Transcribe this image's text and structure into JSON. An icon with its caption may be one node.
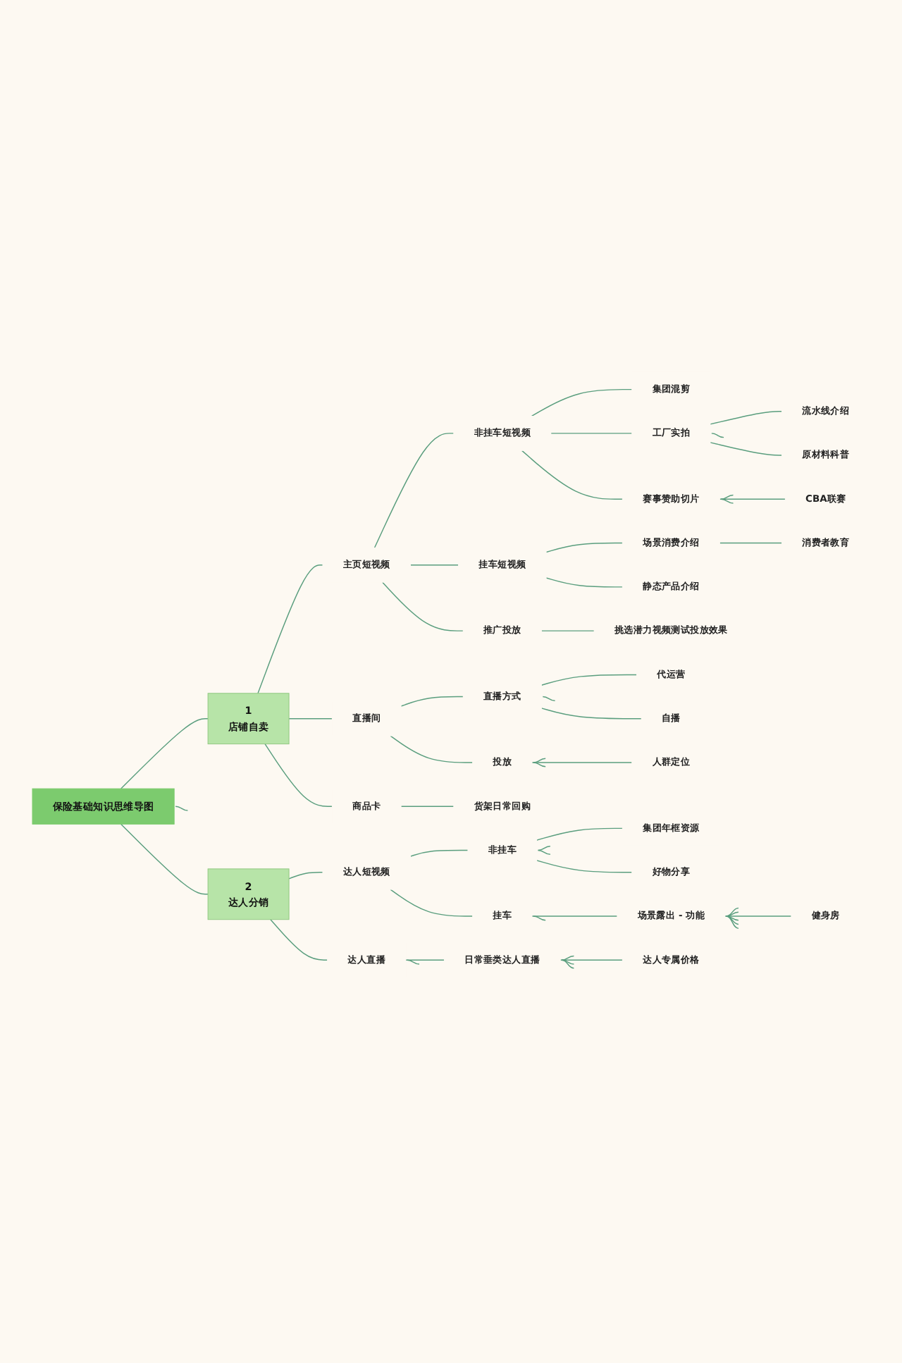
{
  "diagram": {
    "nodes": [
      {
        "text": [
          "保险基础知识思维导图"
        ]
      },
      {
        "text": [
          "1",
          "店铺自卖"
        ]
      },
      {
        "text": [
          "主页短视频"
        ]
      },
      {
        "text": [
          "非挂车短视频"
        ]
      },
      {
        "text": [
          "集团混剪"
        ]
      },
      {
        "text": [
          "工厂实拍"
        ]
      },
      {
        "text": [
          "流水线介绍"
        ]
      },
      {
        "text": [
          "原材料科普"
        ]
      },
      {
        "text": [
          "赛事赞助切片"
        ]
      },
      {
        "text": [
          "CBA联赛"
        ]
      },
      {
        "text": [
          "挂车短视频"
        ]
      },
      {
        "text": [
          "场景消费介绍"
        ]
      },
      {
        "text": [
          "消费者教育"
        ]
      },
      {
        "text": [
          "静态产品介绍"
        ]
      },
      {
        "text": [
          "推广投放"
        ]
      },
      {
        "text": [
          "挑选潜力视频测试投放效果"
        ]
      },
      {
        "text": [
          "直播间"
        ]
      },
      {
        "text": [
          "直播方式"
        ]
      },
      {
        "text": [
          "代运营"
        ]
      },
      {
        "text": [
          "自播"
        ]
      },
      {
        "text": [
          "投放"
        ]
      },
      {
        "text": [
          "人群定位"
        ]
      },
      {
        "text": [
          "商品卡"
        ]
      },
      {
        "text": [
          "货架日常回购"
        ]
      },
      {
        "text": [
          "2",
          "达人分销"
        ]
      },
      {
        "text": [
          "达人短视频"
        ]
      },
      {
        "text": [
          "非挂车"
        ]
      },
      {
        "text": [
          "集团年框资源"
        ]
      },
      {
        "text": [
          "好物分享"
        ]
      },
      {
        "text": [
          "挂车"
        ]
      },
      {
        "text": [
          "场景露出 - 功能"
        ]
      },
      {
        "text": [
          "健身房"
        ]
      },
      {
        "text": [
          "达人直播"
        ]
      },
      {
        "text": [
          "日常垂类达人直播"
        ]
      },
      {
        "text": [
          "达人专属价格"
        ]
      }
    ],
    "edges": [
      {
        "from": 0,
        "to": 1,
        "arrow": "none"
      },
      {
        "from": 0,
        "to": 24,
        "arrow": "none"
      },
      {
        "from": 0,
        "to": null,
        "arrow": "none"
      },
      {
        "from": 1,
        "to": 2,
        "arrow": "none"
      },
      {
        "from": 1,
        "to": 16,
        "arrow": "none"
      },
      {
        "from": 1,
        "to": 22,
        "arrow": "none"
      },
      {
        "from": 2,
        "to": 3,
        "arrow": "none"
      },
      {
        "from": 2,
        "to": 10,
        "arrow": "none"
      },
      {
        "from": 2,
        "to": 14,
        "arrow": "none"
      },
      {
        "from": 3,
        "to": 4,
        "arrow": "none"
      },
      {
        "from": 3,
        "to": 5,
        "arrow": "none"
      },
      {
        "from": 3,
        "to": 8,
        "arrow": "none"
      },
      {
        "from": 5,
        "to": 6,
        "arrow": "none"
      },
      {
        "from": 5,
        "to": 7,
        "arrow": "none"
      },
      {
        "from": 5,
        "to": null,
        "arrow": "none"
      },
      {
        "from": 8,
        "to": 9,
        "arrow": "none"
      },
      {
        "from": 8,
        "to": null,
        "arrow": "none"
      },
      {
        "from": 8,
        "to": null,
        "arrow": "none"
      },
      {
        "from": 10,
        "to": 11,
        "arrow": "none"
      },
      {
        "from": 11,
        "to": 12,
        "arrow": "none"
      },
      {
        "from": 10,
        "to": 13,
        "arrow": "none"
      },
      {
        "from": 14,
        "to": 15,
        "arrow": "none"
      },
      {
        "from": 16,
        "to": 17,
        "arrow": "none"
      },
      {
        "from": 17,
        "to": 18,
        "arrow": "none"
      },
      {
        "from": 17,
        "to": 19,
        "arrow": "none"
      },
      {
        "from": 17,
        "to": null,
        "arrow": "none"
      },
      {
        "from": 16,
        "to": 20,
        "arrow": "none"
      },
      {
        "from": 20,
        "to": 21,
        "arrow": "none"
      },
      {
        "from": 20,
        "to": null,
        "arrow": "none"
      },
      {
        "from": 20,
        "to": null,
        "arrow": "none"
      },
      {
        "from": 22,
        "to": 23,
        "arrow": "none"
      },
      {
        "from": 24,
        "to": 25,
        "arrow": "none"
      },
      {
        "from": 25,
        "to": 26,
        "arrow": "none"
      },
      {
        "from": 26,
        "to": 27,
        "arrow": "none"
      },
      {
        "from": 26,
        "to": 28,
        "arrow": "none"
      },
      {
        "from": 26,
        "to": null,
        "arrow": "none"
      },
      {
        "from": 26,
        "to": null,
        "arrow": "none"
      },
      {
        "from": 25,
        "to": 29,
        "arrow": "none"
      },
      {
        "from": 29,
        "to": 30,
        "arrow": "none"
      },
      {
        "from": 30,
        "to": 31,
        "arrow": "none"
      },
      {
        "from": 30,
        "to": null,
        "arrow": "none"
      },
      {
        "from": 30,
        "to": null,
        "arrow": "none"
      },
      {
        "from": 30,
        "to": null,
        "arrow": "none"
      },
      {
        "from": 30,
        "to": null,
        "arrow": "none"
      },
      {
        "from": 30,
        "to": null,
        "arrow": "none"
      },
      {
        "from": 29,
        "to": null,
        "arrow": "none"
      },
      {
        "from": 24,
        "to": 32,
        "arrow": "none"
      },
      {
        "from": 32,
        "to": 33,
        "arrow": "none"
      },
      {
        "from": 33,
        "to": 34,
        "arrow": "none"
      },
      {
        "from": 33,
        "to": null,
        "arrow": "none"
      },
      {
        "from": 33,
        "to": null,
        "arrow": "none"
      },
      {
        "from": 33,
        "to": null,
        "arrow": "none"
      },
      {
        "from": 32,
        "to": null,
        "arrow": "none"
      }
    ]
  }
}
